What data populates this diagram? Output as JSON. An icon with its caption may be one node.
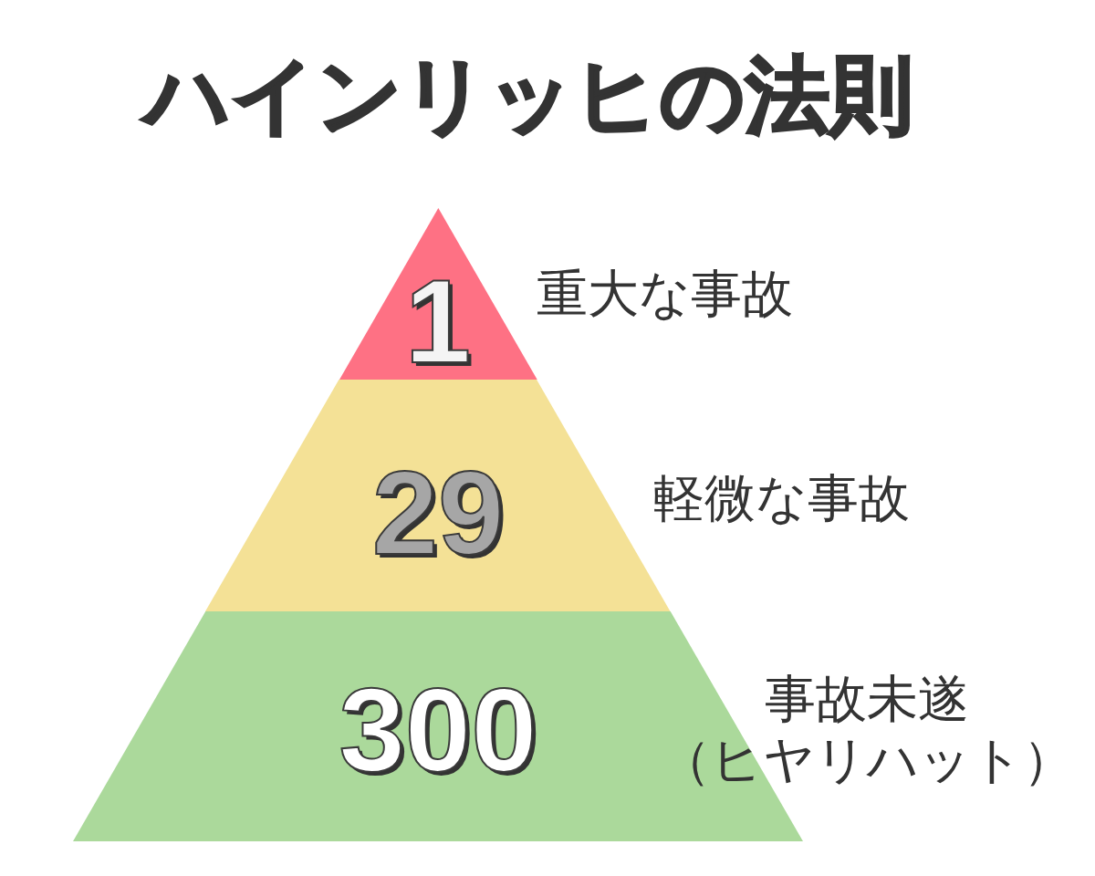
{
  "diagram": {
    "title": "ハインリッヒの法則",
    "nodes": [
      {
        "text": [
          "1"
        ],
        "beside": [
          "重大な事故"
        ]
      },
      {
        "text": [
          "29"
        ],
        "beside": [
          "軽微な事故"
        ]
      },
      {
        "text": [
          "300"
        ],
        "beside": [
          "事故未遂（ヒヤリハット）"
        ]
      }
    ]
  }
}
